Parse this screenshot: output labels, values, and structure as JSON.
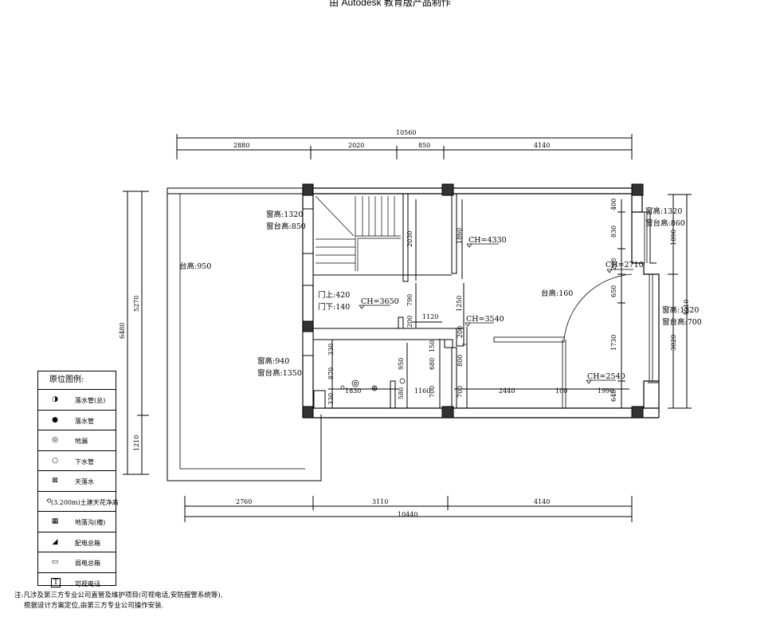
{
  "header": "由 Autodesk 教育版产品制作",
  "dims_top": {
    "total": "10560",
    "segments": [
      "2880",
      "2020",
      "850",
      "4140"
    ]
  },
  "dims_bottom": {
    "total": "10440",
    "segments": [
      "2760",
      "3110",
      "4140"
    ]
  },
  "dims_left": {
    "total": "6480",
    "upper": "5270",
    "lower": "1210"
  },
  "dims_right": {
    "total": "4910",
    "seg_a": "1890",
    "seg_b": "3020"
  },
  "inner_dims": {
    "stair": "2030",
    "mid_upper": "1860",
    "right_400": "400",
    "right_830": "830",
    "right_650": "650",
    "right_1730": "1730",
    "right_640": "640",
    "right_200": "200",
    "mid_790": "790",
    "mid_1250": "1250",
    "mid_200": "200",
    "mid_1120": "1120",
    "bath_330a": "330",
    "bath_870": "870",
    "bath_330b": "330",
    "bath_950": "950",
    "bath_580": "580",
    "bath_700a": "700",
    "bath_680": "680",
    "bath_150": "150",
    "bath_800": "800",
    "bath_700b": "700",
    "bath_1830": "1830",
    "bath_1160": "1160",
    "bottom_2440": "2440",
    "bottom_100": "100",
    "bottom_1990": "1990"
  },
  "labels": {
    "tai950": "台高:950",
    "win1": "窗高:1320",
    "sill1": "窗台高:850",
    "door_up": "门上:420",
    "door_down": "门下:140",
    "ch3650": "CH=3650",
    "ch4330": "CH=4330",
    "ch3540": "CH=3540",
    "ch2710": "CH=2710",
    "tai160": "台高:160",
    "ch2540": "CH=2540",
    "win_r1": "窗高:1320",
    "sill_r1": "窗台高:860",
    "win_r2": "窗高:1320",
    "sill_r2": "窗台高:700",
    "win3": "窗高:940",
    "sill3": "窗台高:1350"
  },
  "legend": {
    "title": "原位图例:",
    "items": [
      {
        "icon": "◑",
        "text": "落水管(总)"
      },
      {
        "icon": "●",
        "text": "落水管"
      },
      {
        "icon": "◎",
        "text": "地漏"
      },
      {
        "icon": "○",
        "text": "下水管"
      },
      {
        "icon": "⊠",
        "text": "天落水"
      },
      {
        "icon": "⟲",
        "text": "(3.200m)土建天花净高"
      },
      {
        "icon": "▦",
        "text": "地落沟(槽)"
      },
      {
        "icon": "◢",
        "text": "配电总箱"
      },
      {
        "icon": "▭",
        "text": "弱电总箱"
      },
      {
        "icon": "T",
        "text": "可视电话"
      }
    ]
  },
  "notes": [
    "注:凡涉及第三方专业公司直管及维护项目(可视电话,安防报警系统等),",
    "根据设计方案定位,由第三方专业公司操作安装."
  ]
}
